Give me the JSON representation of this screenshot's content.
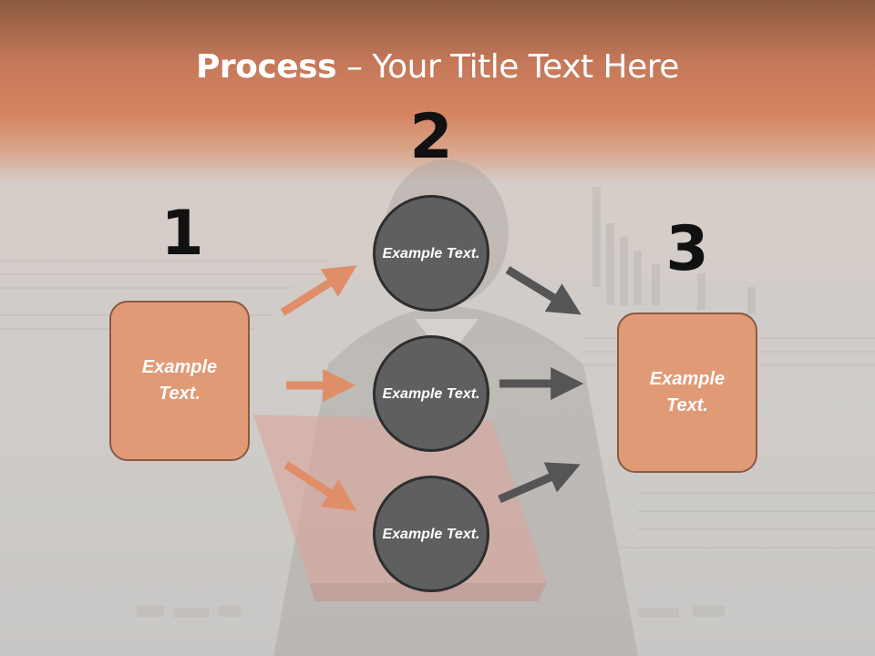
{
  "title": {
    "bold": "Process",
    "rest": " – Your Title Text Here"
  },
  "steps": [
    {
      "number": "1",
      "text": "Example Text."
    },
    {
      "number": "2",
      "text": "Example Text."
    },
    {
      "number": "3",
      "text": "Example Text."
    }
  ],
  "middle_items": [
    {
      "text": "Example Text."
    },
    {
      "text": "Example Text."
    },
    {
      "text": "Example Text."
    }
  ],
  "colors": {
    "accent_orange": "#e09a76",
    "arrow_orange": "#e08e68",
    "arrow_gray": "#555555",
    "circle_fill": "#5f5f5f"
  }
}
